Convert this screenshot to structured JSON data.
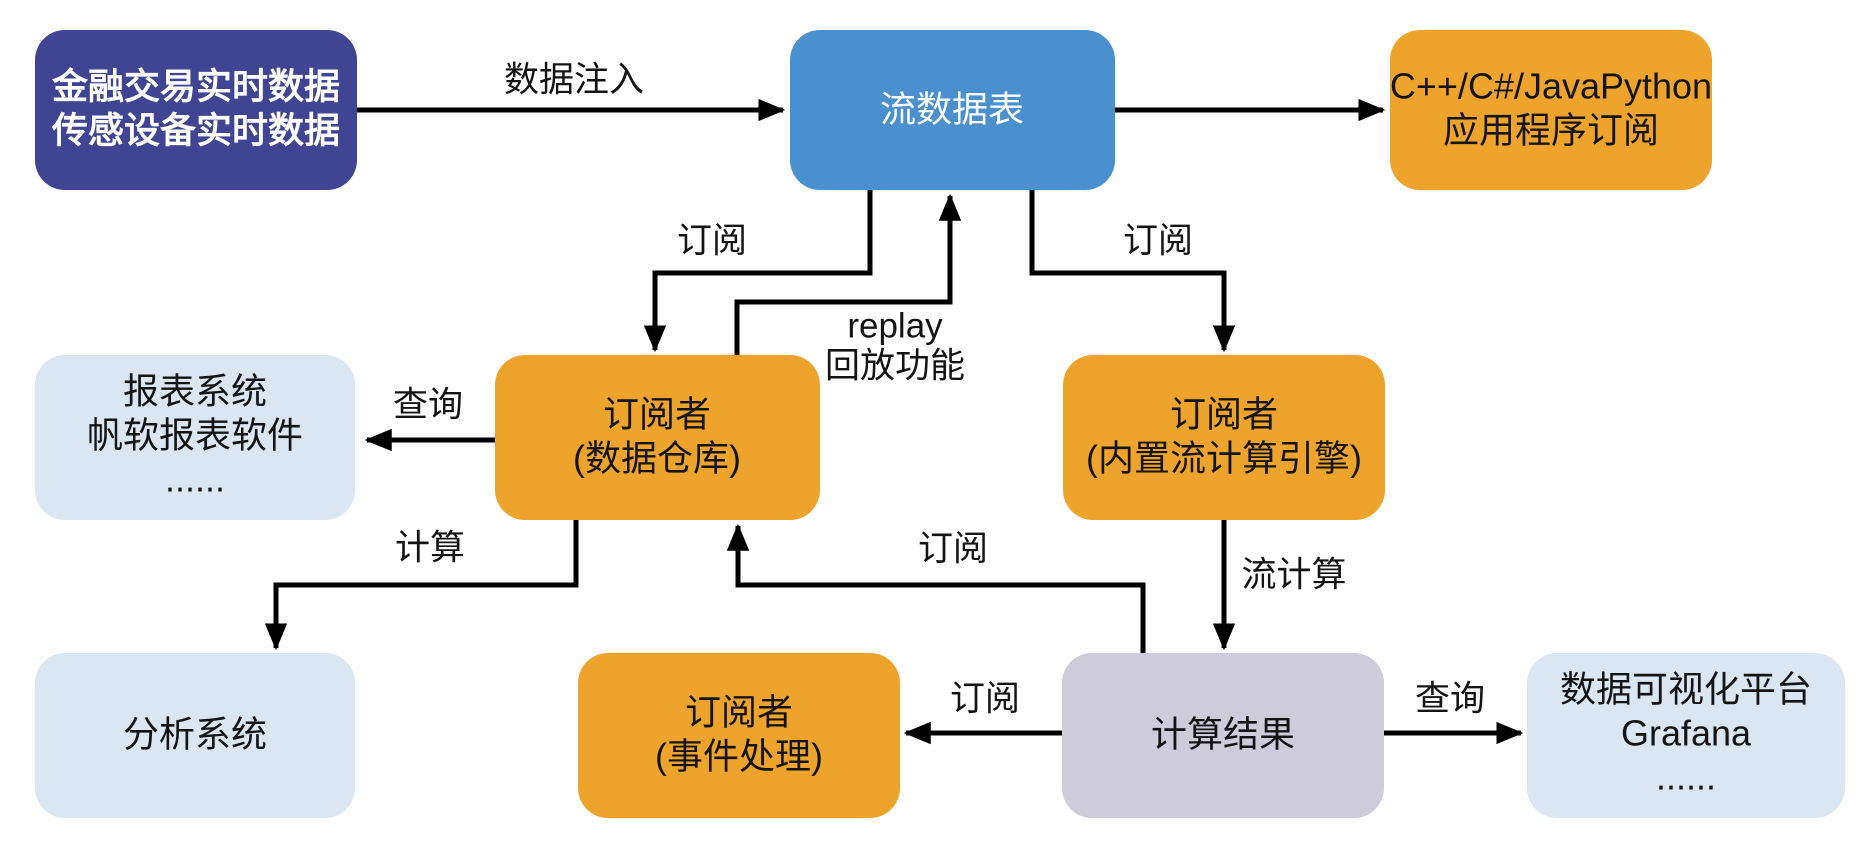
{
  "colors": {
    "indigo": "#3F4493",
    "blue": "#4A90CE",
    "orange": "#EEA32D",
    "light_blue": "#DAE6F2",
    "lavender": "#CECBDA",
    "line": "#000000",
    "text_light": "#FFFFFF",
    "text_dark": "#141414",
    "background": "#FFFFFF"
  },
  "nodes": {
    "source": {
      "lines": [
        "金融交易实时数据",
        "传感设备实时数据"
      ]
    },
    "stream_table": {
      "label": "流数据表"
    },
    "api_apps": {
      "lines": [
        "C++/C#/JavaPython",
        "应用程序订阅"
      ]
    },
    "report_system": {
      "lines": [
        "报表系统",
        "帆软报表软件",
        "......"
      ]
    },
    "warehouse": {
      "lines": [
        "订阅者",
        "(数据仓库)"
      ]
    },
    "stream_engine": {
      "lines": [
        "订阅者",
        "(内置流计算引擎)"
      ]
    },
    "analysis_system": {
      "label": "分析系统"
    },
    "event_processing": {
      "lines": [
        "订阅者",
        "(事件处理)"
      ]
    },
    "compute_result": {
      "label": "计算结果"
    },
    "visualization": {
      "lines": [
        "数据可视化平台",
        "Grafana",
        "......"
      ]
    }
  },
  "edges": {
    "data_ingest": {
      "label": "数据注入"
    },
    "subscribe_to_warehouse": {
      "label": "订阅"
    },
    "replay": {
      "lines": [
        "replay",
        "回放功能"
      ]
    },
    "subscribe_to_engine": {
      "label": "订阅"
    },
    "query_report": {
      "label": "查询"
    },
    "compute": {
      "label": "计算"
    },
    "stream_compute": {
      "label": "流计算"
    },
    "result_subscribe_warehouse": {
      "label": "订阅"
    },
    "result_subscribe_event": {
      "label": "订阅"
    },
    "query_visualization": {
      "label": "查询"
    }
  }
}
